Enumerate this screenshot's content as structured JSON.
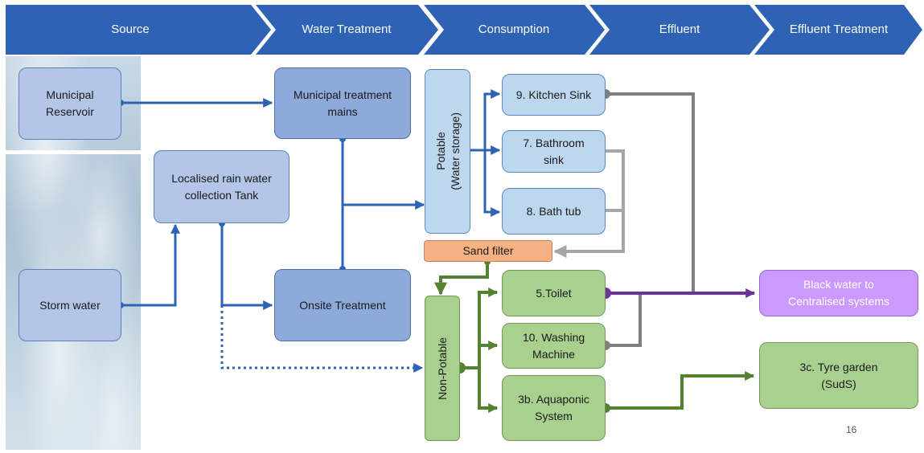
{
  "stages": [
    {
      "label": "Source"
    },
    {
      "label": "Water Treatment"
    },
    {
      "label": "Consumption"
    },
    {
      "label": "Effluent"
    },
    {
      "label": "Effluent Treatment"
    }
  ],
  "nodes": {
    "municipal_reservoir": "Municipal Reservoir",
    "storm_water": "Storm water",
    "rain_tank": "Localised rain water collection Tank",
    "municipal_treatment": "Municipal treatment mains",
    "onsite_treatment": "Onsite Treatment",
    "potable": "Potable\n(Water storage)",
    "kitchen_sink": "9. Kitchen Sink",
    "bathroom_sink": "7. Bathroom sink",
    "bath_tub": "8. Bath tub",
    "sand_filter": "Sand filter",
    "non_potable": "Non-Potable",
    "toilet": "5.Toilet",
    "washing_machine": "10. Washing Machine",
    "aquaponic": "3b. Aquaponic System",
    "black_water": "Black water to Centralised systems",
    "tyre_garden": "3c. Tyre garden (SudS)"
  },
  "page_number": "16",
  "colors": {
    "chevron": "#2e62b4",
    "blue_flow": "#2e62b4",
    "grey_flow": "#7f7f7f",
    "light_grey_flow": "#a6a6a6",
    "green_flow": "#548235",
    "purple_flow": "#7030a0"
  }
}
